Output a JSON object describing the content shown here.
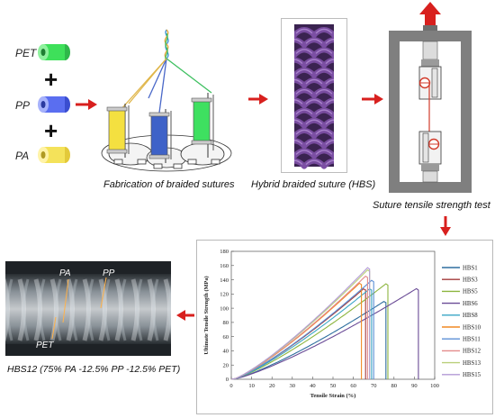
{
  "materials": [
    {
      "name": "PET",
      "color": "#3ee05a"
    },
    {
      "name": "PP",
      "color": "#5a6ef0"
    },
    {
      "name": "PA",
      "color": "#f4e25a"
    }
  ],
  "plus_sign": "+",
  "captions": {
    "fabrication": "Fabrication of braided sutures",
    "hybrid": "Hybrid braided suture (HBS)",
    "tensile_test": "Suture tensile strength test",
    "micrograph": "HBS12 (75% PA -12.5% PP -12.5% PET)"
  },
  "micrograph_labels": {
    "pa": "PA",
    "pp": "PP",
    "pet": "PET"
  },
  "colors": {
    "arrow": "#d8201e",
    "braid": "#7b4fa3",
    "frame": "#7f7f7f"
  },
  "chart_data": {
    "type": "line",
    "xlabel": "Tensile Strain (%)",
    "ylabel": "Ultimate Tensile Strength (MPa)",
    "xlim": [
      0,
      100
    ],
    "ylim": [
      0,
      180
    ],
    "x_ticks": [
      0,
      10,
      20,
      30,
      40,
      50,
      60,
      70,
      80,
      90,
      100
    ],
    "y_ticks": [
      0,
      20,
      40,
      60,
      80,
      100,
      120,
      140,
      160,
      180
    ],
    "grid": false,
    "legend_position": "right",
    "series": [
      {
        "name": "HBS1",
        "color": "#2f6f9f",
        "peak_strain": 75,
        "peak_stress": 110,
        "break_strain": 76
      },
      {
        "name": "HBS3",
        "color": "#a33a3a",
        "peak_strain": 65,
        "peak_stress": 128,
        "break_strain": 66
      },
      {
        "name": "HBS5",
        "color": "#8db53f",
        "peak_strain": 76,
        "peak_stress": 135,
        "break_strain": 77
      },
      {
        "name": "HBS6",
        "color": "#6a4b96",
        "peak_strain": 91,
        "peak_stress": 128,
        "break_strain": 92
      },
      {
        "name": "HBS8",
        "color": "#3aa6c6",
        "peak_strain": 68,
        "peak_stress": 128,
        "break_strain": 69
      },
      {
        "name": "HBS10",
        "color": "#f08a24",
        "peak_strain": 63,
        "peak_stress": 136,
        "break_strain": 64
      },
      {
        "name": "HBS11",
        "color": "#5b8fd6",
        "peak_strain": 69,
        "peak_stress": 140,
        "break_strain": 70
      },
      {
        "name": "HBS12",
        "color": "#e48b8b",
        "peak_strain": 66,
        "peak_stress": 146,
        "break_strain": 67
      },
      {
        "name": "HBS13",
        "color": "#b9cf7a",
        "peak_strain": 67,
        "peak_stress": 155,
        "break_strain": 68
      },
      {
        "name": "HBS15",
        "color": "#b39ad6",
        "peak_strain": 67,
        "peak_stress": 158,
        "break_strain": 68
      }
    ]
  }
}
